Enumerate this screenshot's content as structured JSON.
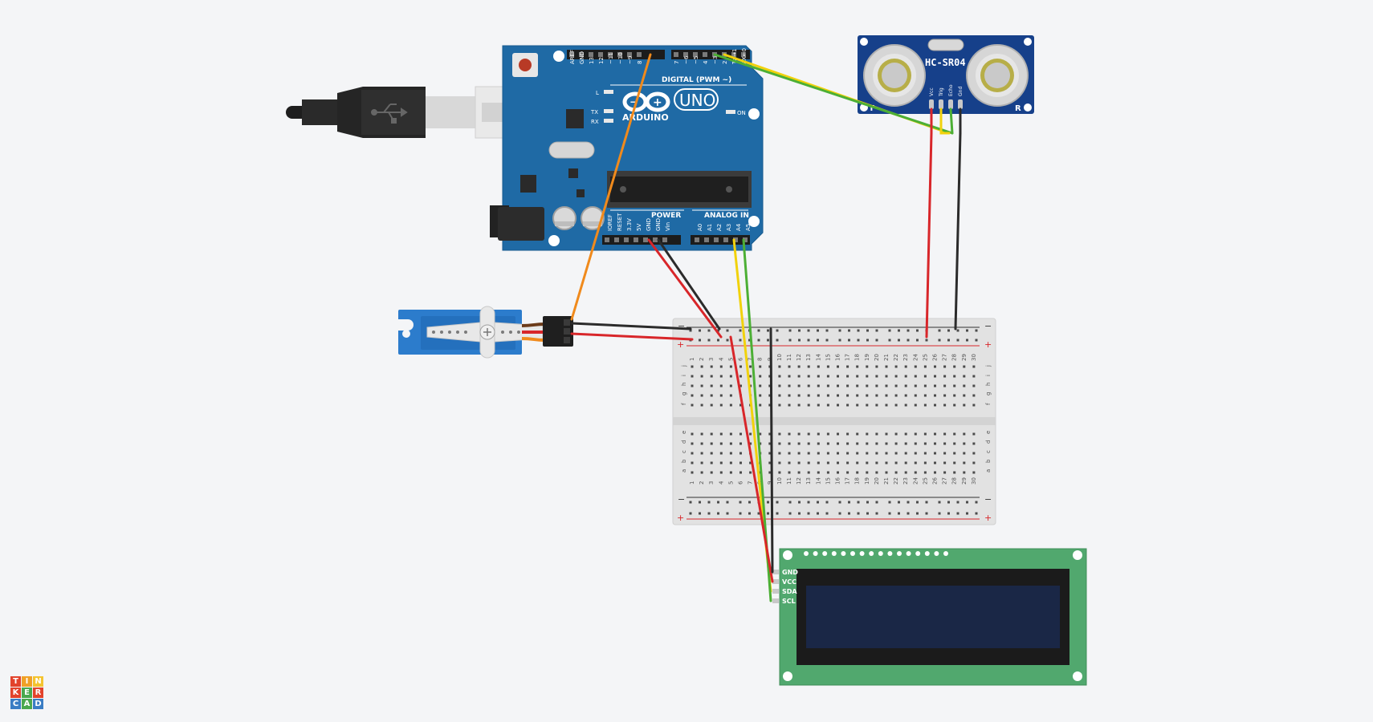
{
  "arduino": {
    "brand": "ARDUINO",
    "model": "UNO",
    "digital_label": "DIGITAL (PWM ~)",
    "power_label": "POWER",
    "analog_label": "ANALOG IN",
    "led_l": "L",
    "led_tx": "TX",
    "led_rx": "RX",
    "on_label": "ON",
    "pins_digital_left": [
      "AREF",
      "GND",
      "13",
      "12",
      "~11",
      "~10",
      "~9",
      "8"
    ],
    "pins_digital_right": [
      "7",
      "~6",
      "~5",
      "4",
      "~3",
      "2",
      "TX→1",
      "RX←0"
    ],
    "pins_power": [
      "IOREF",
      "RESET",
      "3.3V",
      "5V",
      "GND",
      "GND",
      "Vin"
    ],
    "pins_analog": [
      "A0",
      "A1",
      "A2",
      "A3",
      "A4",
      "A5"
    ]
  },
  "sensor": {
    "name": "HC-SR04",
    "t_label": "T",
    "r_label": "R",
    "pins": [
      "Vcc",
      "Trig",
      "Echo",
      "Gnd"
    ]
  },
  "lcd": {
    "pins": [
      "GND",
      "VCC",
      "SDA",
      "SCL"
    ]
  },
  "breadboard": {
    "minus": "−",
    "plus": "+",
    "rows_top": [
      "j",
      "i",
      "h",
      "g",
      "f"
    ],
    "rows_bottom": [
      "e",
      "d",
      "c",
      "b",
      "a"
    ],
    "columns": 30
  },
  "logo": {
    "letters": [
      "T",
      "I",
      "N",
      "K",
      "E",
      "R",
      "C",
      "A",
      "D"
    ],
    "colors": [
      "#e2432c",
      "#f0a127",
      "#f4c430",
      "#e2432c",
      "#4aa84f",
      "#e2432c",
      "#3a7dc4",
      "#4aa84f",
      "#3a7dc4"
    ]
  },
  "wire_colors": {
    "red": "#d8262a",
    "black": "#2b2b2b",
    "green": "#4caf35",
    "yellow": "#f1d20c",
    "orange": "#f08a1c"
  }
}
